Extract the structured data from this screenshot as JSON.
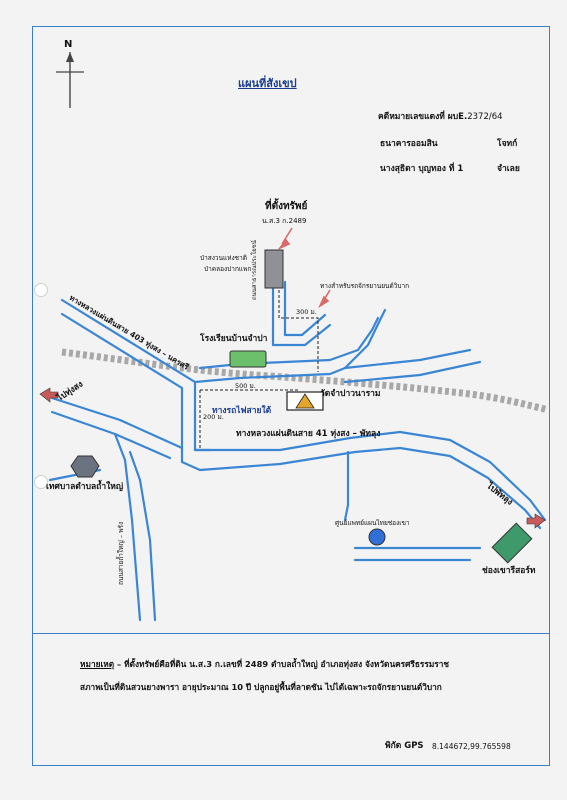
{
  "header": {
    "title": "แผนที่สังเขป",
    "case_label": "คดีหมายเลขแดงที่ ผบE.",
    "case_number": "2372/64",
    "plaintiff_label": "ธนาคารออมสิน",
    "plaintiff_role": "โจทก์",
    "defendant_label": "นางสุธิดา บุญทอง ที่ 1",
    "defendant_role": "จำเลย"
  },
  "north_label": "N",
  "map": {
    "property_label": "ที่ตั้งทรัพย์",
    "property_deed": "น.ส.3 ก.2489",
    "forest_label_1": "ป่าสงวนแห่งชาติ",
    "forest_label_2": "ป่าคลองปากแพก",
    "forest_road_label": "ถนนสาธารณประโยชน์",
    "motorcycle_path_label": "ทางสำหรับรถจักรยานยนต์วิบาก",
    "dist_300": "300 ม.",
    "dist_500": "500 ม.",
    "dist_200": "200 ม.",
    "school_label": "โรงเรียนบ้านจำปา",
    "temple_label": "วัดจำปาวนาราม",
    "railway_label": "ทางรถไฟสายใต้",
    "highway_403_label": "ทางหลวงแผ่นดินสาย 403 ทุ่งสง – นครศรี",
    "highway_41_label": "ทางหลวงแผ่นดินสาย 41 ทุ่งสง – พัทลุง",
    "to_thungsong": "ไปทุ่งสง",
    "to_phatthalung": "ไปพัทลุง",
    "municipality_label": "เทศบาลตำบลถ้ำใหญ่",
    "local_road_label": "ถนนสายถ้ำใหญ่ – พรัง",
    "health_center_label": "ศูนย์แพทย์แผนไทยช่องเขา",
    "resort_label": "ช่องเขารีสอร์ท"
  },
  "note": {
    "label": "หมายเหตุ",
    "line1": " – ที่ตั้งทรัพย์คือที่ดิน น.ส.3 ก.เลขที่ 2489 ตำบลถ้ำใหญ่ อำเภอทุ่งสง จังหวัดนครศรีธรรมราช",
    "line2": "สภาพเป็นที่ดินสวนยางพารา อายุประมาณ 10 ปี ปลูกอยู่พื้นที่ลาดชัน ไปได้เฉพาะรถจักรยานยนต์วิบาก"
  },
  "gps": {
    "label": "พิกัด GPS",
    "value": "8.144672,99.765598"
  },
  "colors": {
    "road": "#3a86d4",
    "road_inner": "#f3f3f3",
    "railway": "#9a9a9a",
    "frame": "#3a7fcc",
    "school": "#6cc06c",
    "resort": "#3e9a6a",
    "health": "#2f6fd6",
    "municipality": "#6b7280",
    "property": "#8f9196",
    "arrow": "#d86a6a"
  }
}
